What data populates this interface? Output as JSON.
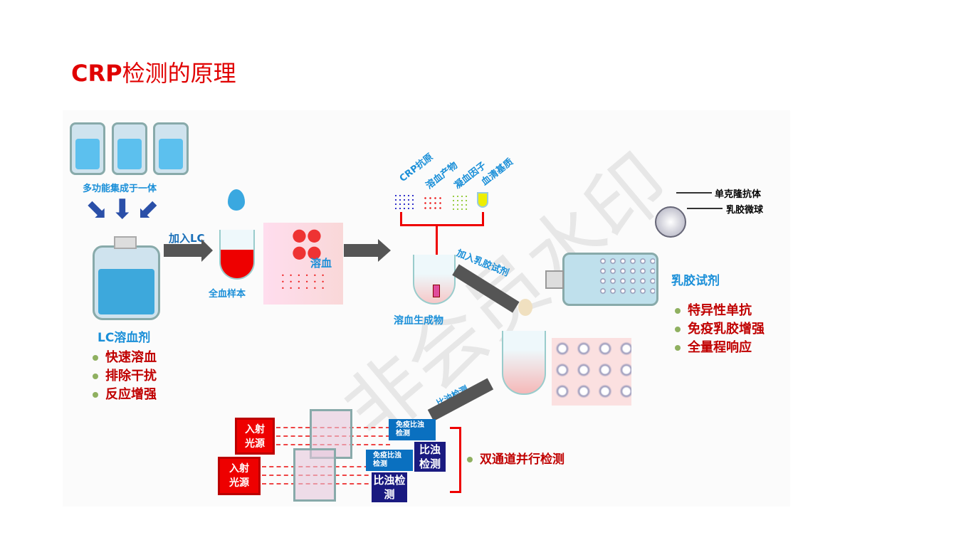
{
  "title": {
    "prefix": "CRP",
    "suffix": "检测的原理"
  },
  "watermark": "非会员水印",
  "diagram": {
    "multi_label": "多功能集成于一体",
    "lc_reagent": "LC溶血剂",
    "lc_features": [
      "快速溶血",
      "排除干扰",
      "反应增强"
    ],
    "add_lc": "加入LC",
    "whole_blood": "全血样本",
    "hemolysis": "溶血",
    "interferents": [
      "CRP抗原",
      "溶血产物",
      "凝血因子",
      "血清基质"
    ],
    "hemolysate": "溶血生成物",
    "add_latex": "加入乳胶试剂",
    "latex_reagent": "乳胶试剂",
    "monoclonal": "单克隆抗体",
    "latex_bead": "乳胶微球",
    "latex_features": [
      "特异性单抗",
      "免疫乳胶增强",
      "全量程响应"
    ],
    "turbidimetry": "比浊检测",
    "light_source": "入射光源",
    "immuno_turb": "免疫比浊检测",
    "turb_detect": "比浊检测",
    "dual_channel": "双通道并行检测"
  }
}
